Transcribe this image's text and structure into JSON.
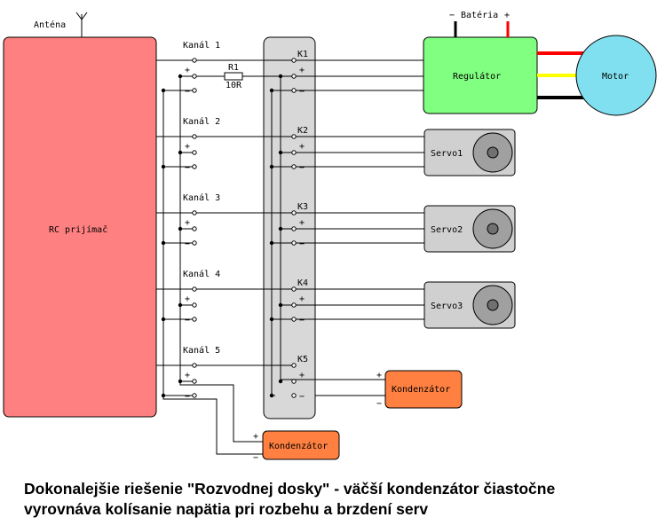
{
  "labels": {
    "antenna": "Anténa",
    "receiver": "RC prijímač",
    "battery": "Batéria",
    "battery_minus": "−",
    "battery_plus": "+",
    "regulator": "Regulátor",
    "motor": "Motor",
    "resistor_name": "R1",
    "resistor_value": "10R",
    "plus": "+",
    "minus": "−"
  },
  "channels": [
    {
      "label": "Kanál 1",
      "connector": "K1"
    },
    {
      "label": "Kanál 2",
      "connector": "K2",
      "device": "Servo1"
    },
    {
      "label": "Kanál 3",
      "connector": "K3",
      "device": "Servo2"
    },
    {
      "label": "Kanál 4",
      "connector": "K4",
      "device": "Servo3"
    },
    {
      "label": "Kanál 5",
      "connector": "K5"
    }
  ],
  "capacitor_label": "Kondenzátor",
  "caption": {
    "line1": "Dokonalejšie riešenie \"Rozvodnej dosky\" - väčší kondenzátor čiastočne",
    "line2": "vyrovnáva kolísanie napätia pri rozbehu a brzdení serv"
  },
  "colors": {
    "receiver": "#ff8080",
    "regulator": "#80ff80",
    "motor": "#80e0f0",
    "capacitor": "#ff8040",
    "board": "#d8d8d8",
    "servo_body": "#d0d0d0",
    "wire_red": "#ff0000",
    "wire_yellow": "#ffff00",
    "wire_black": "#000000"
  }
}
